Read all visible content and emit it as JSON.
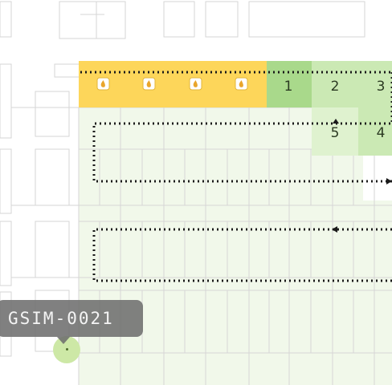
{
  "map": {
    "colors": {
      "highlight_yellow": "#fdd65a",
      "highlight_green_dark": "#a9d98b",
      "highlight_green_mid": "#cbe9b4",
      "highlight_green_light": "#dff2cf",
      "area_tint": "#f1f8ea",
      "lines": "#d6d6d6",
      "path": "#1a1a1a"
    },
    "zones": [
      {
        "label": "1"
      },
      {
        "label": "2"
      },
      {
        "label": "3"
      },
      {
        "label": "4"
      },
      {
        "label": "5"
      }
    ],
    "stall_icon": "fire-hydrant-icon",
    "stall_icon_count": 4,
    "route_icon": "dotted-route-arrow",
    "marker": {
      "label": "GSIM-0021"
    }
  }
}
